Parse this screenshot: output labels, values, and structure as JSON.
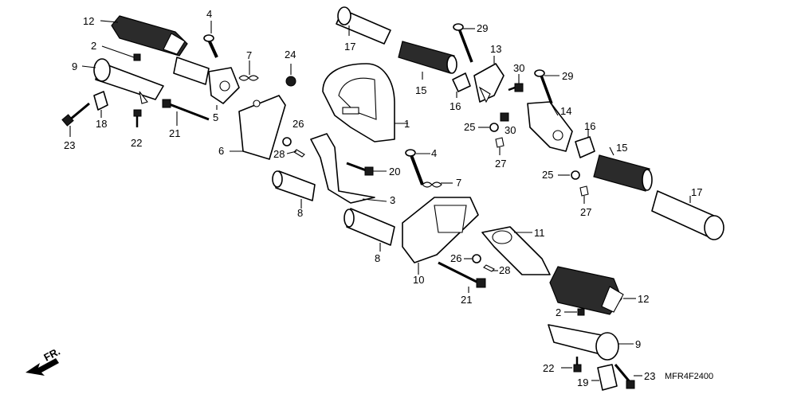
{
  "diagram": {
    "code": "MFR4F2400",
    "direction_label": "FR."
  },
  "callouts": {
    "c1": "1",
    "c2a": "2",
    "c2b": "2",
    "c3": "3",
    "c4a": "4",
    "c4b": "4",
    "c5": "5",
    "c6": "6",
    "c7a": "7",
    "c7b": "7",
    "c8a": "8",
    "c8b": "8",
    "c9a": "9",
    "c9b": "9",
    "c10": "10",
    "c11": "11",
    "c12a": "12",
    "c12b": "12",
    "c13": "13",
    "c14": "14",
    "c15a": "15",
    "c15b": "15",
    "c16a": "16",
    "c16b": "16",
    "c17a": "17",
    "c17b": "17",
    "c18": "18",
    "c19": "19",
    "c20": "20",
    "c21a": "21",
    "c21b": "21",
    "c22a": "22",
    "c22b": "22",
    "c23a": "23",
    "c23b": "23",
    "c24": "24",
    "c25a": "25",
    "c25b": "25",
    "c26a": "26",
    "c26b": "26",
    "c27a": "27",
    "c27b": "27",
    "c28a": "28",
    "c28b": "28",
    "c29a": "29",
    "c29b": "29",
    "c30a": "30",
    "c30b": "30"
  }
}
